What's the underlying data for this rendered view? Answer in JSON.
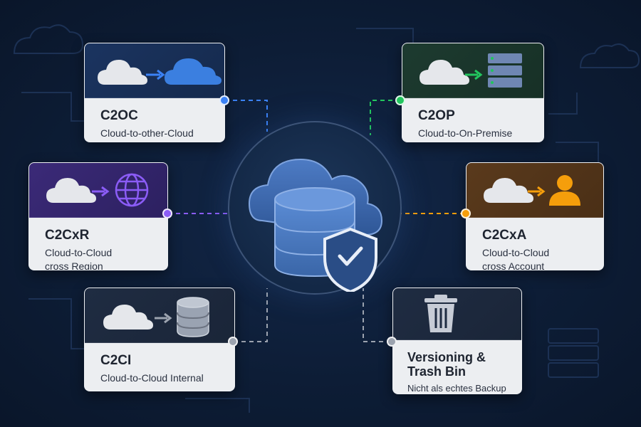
{
  "hub": {
    "icon": "cloud-database-shield-icon"
  },
  "cards": {
    "c2oc": {
      "code": "C2OC",
      "desc_lines": [
        "Cloud-to-other-Cloud"
      ],
      "icon": "cloud-to-cloud-icon",
      "accent": "#3b82f6"
    },
    "c2op": {
      "code": "C2OP",
      "desc_lines": [
        "Cloud-to-On-Premise"
      ],
      "icon": "cloud-to-server-icon",
      "accent": "#22c55e"
    },
    "c2cxr": {
      "code": "C2CxR",
      "desc_lines": [
        "Cloud-to-Cloud",
        "cross Region"
      ],
      "icon": "cloud-to-globe-icon",
      "accent": "#8b5cf6"
    },
    "c2cxa": {
      "code": "C2CxA",
      "desc_lines": [
        "Cloud-to-Cloud",
        "cross Account"
      ],
      "icon": "cloud-to-user-icon",
      "accent": "#f59e0b"
    },
    "c2ci": {
      "code": "C2CI",
      "desc_lines": [
        "Cloud-to-Cloud Internal"
      ],
      "icon": "cloud-to-database-icon",
      "accent": "#9ca3af"
    },
    "versioning": {
      "code_lines": [
        "Versioning &",
        "Trash Bin"
      ],
      "desc_lines": [
        "Nicht als echtes Backup"
      ],
      "icon": "trash-bin-icon",
      "accent": "#9ca3af"
    }
  }
}
